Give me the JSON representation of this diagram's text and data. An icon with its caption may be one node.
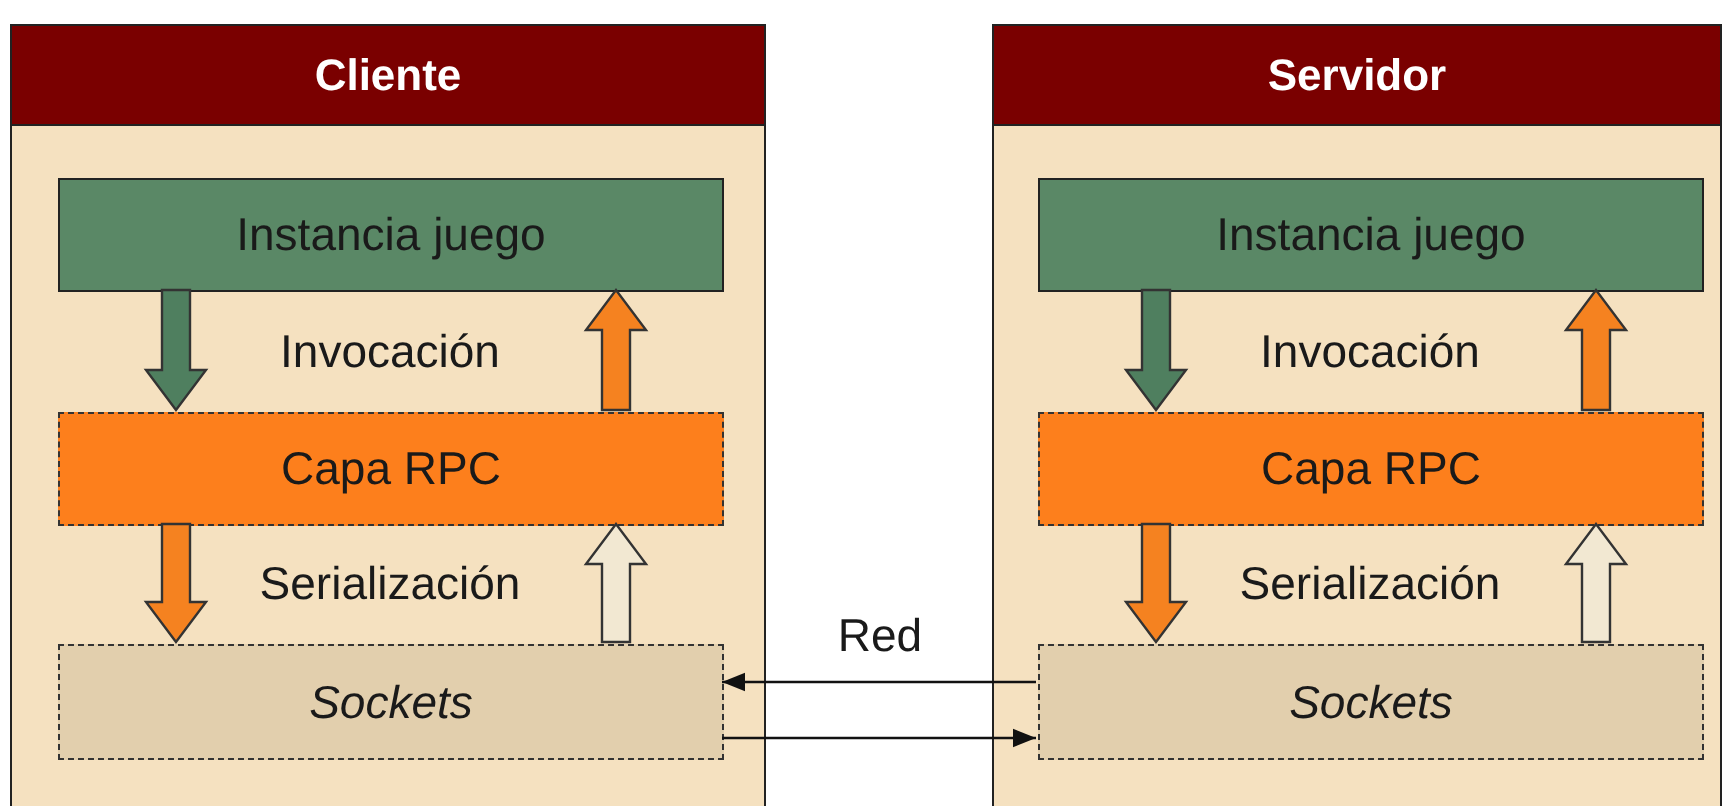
{
  "diagram": {
    "nodes": [
      {
        "text": [
          "Cliente"
        ]
      },
      {
        "text": [
          "Instancia juego"
        ],
        "in": 0
      },
      {
        "text": [
          "Capa RPC"
        ],
        "in": 0
      },
      {
        "text": [
          "Sockets"
        ],
        "in": 0
      },
      {
        "text": [
          "Servidor"
        ]
      },
      {
        "text": [
          "Instancia juego"
        ],
        "in": 4
      },
      {
        "text": [
          "Capa RPC"
        ],
        "in": 4
      },
      {
        "text": [
          "Sockets"
        ],
        "in": 4
      }
    ],
    "edges": [
      {
        "from": 1,
        "to": 2,
        "arrow": "to",
        "style": "thick",
        "color": "#4f7f5f"
      },
      {
        "from": 2,
        "to": 1,
        "arrow": "to",
        "style": "thick",
        "color": "#f58220"
      },
      {
        "from": 2,
        "to": 3,
        "arrow": "to",
        "style": "thick",
        "color": "#f58220"
      },
      {
        "from": 3,
        "to": 2,
        "arrow": "to",
        "style": "thick",
        "color": "#f2e8d2"
      },
      {
        "from": 5,
        "to": 6,
        "arrow": "to",
        "style": "thick",
        "color": "#4f7f5f"
      },
      {
        "from": 6,
        "to": 5,
        "arrow": "to",
        "style": "thick",
        "color": "#f58220"
      },
      {
        "from": 6,
        "to": 7,
        "arrow": "to",
        "style": "thick",
        "color": "#f58220"
      },
      {
        "from": 7,
        "to": 6,
        "arrow": "to",
        "style": "thick",
        "color": "#f2e8d2"
      },
      {
        "from": 7,
        "to": 3,
        "arrow": "to",
        "label": "Red"
      },
      {
        "from": 3,
        "to": 7,
        "arrow": "to"
      }
    ],
    "labels": [
      "Invocación",
      "Invocación",
      "Serialización",
      "Serialización"
    ]
  }
}
